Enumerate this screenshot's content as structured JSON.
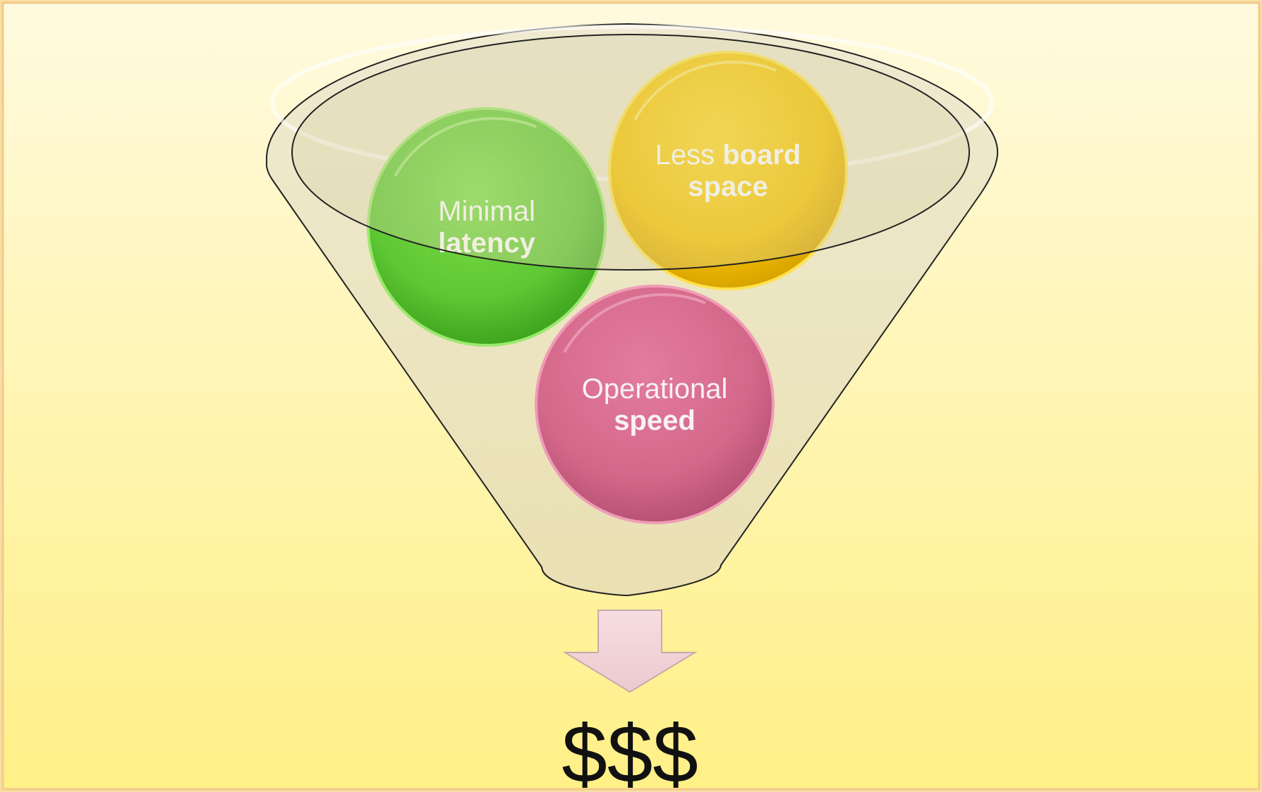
{
  "diagram": {
    "circles": [
      {
        "id": "minimal-latency",
        "normal": "Minimal",
        "bold": "latency",
        "color": "#5cc832"
      },
      {
        "id": "less-board-space",
        "normal": "Less ",
        "bold": "board",
        "line2_bold": "space",
        "color": "#f6c000"
      },
      {
        "id": "operational-speed",
        "normal": "Operational",
        "bold": "speed",
        "color": "#d7668a"
      }
    ],
    "output": {
      "label": "$$$"
    }
  },
  "colors": {
    "background_top": "#fff9dc",
    "background_bottom": "#fff08a",
    "border": "#f3c98d",
    "funnel_fill": "#e9e3c4",
    "arrow_fill": "#f2d4d6",
    "arrow_stroke": "#c6a6a8"
  }
}
